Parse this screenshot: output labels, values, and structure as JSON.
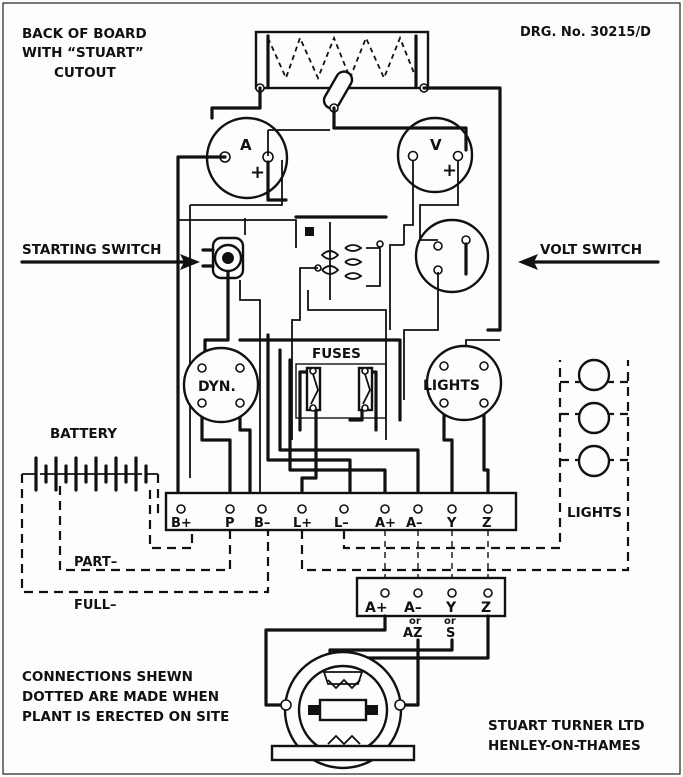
{
  "header": {
    "title_lines": [
      "BACK OF BOARD",
      "WITH “STUART”",
      "CUTOUT"
    ],
    "drawing_number": "DRG. No. 30215/D"
  },
  "labels": {
    "starting_switch": "STARTING SWITCH",
    "volt_switch": "VOLT SWITCH",
    "fuses": "FUSES",
    "dynamo": "DYN.",
    "lights_meter": "LIGHTS",
    "ammeter": "A",
    "ammeter_plus": "+",
    "voltmeter": "V",
    "voltmeter_plus": "+",
    "battery": "BATTERY",
    "part": "PART–",
    "full": "FULL–",
    "lights_lamps": "LIGHTS"
  },
  "main_terminals": [
    "B+",
    "P",
    "B–",
    "L+",
    "L–",
    "A+",
    "A–",
    "Y",
    "Z"
  ],
  "plant_terminals": {
    "top": [
      "A+",
      "A–",
      "Y",
      "Z"
    ],
    "or_1": "or",
    "alt_1": "AZ",
    "or_2": "or",
    "alt_2": "S"
  },
  "note_lines": [
    "CONNECTIONS SHEWN",
    "DOTTED ARE MADE WHEN",
    "PLANT IS ERECTED ON SITE"
  ],
  "maker_lines": [
    "STUART TURNER LTD",
    "HENLEY-ON-THAMES"
  ]
}
